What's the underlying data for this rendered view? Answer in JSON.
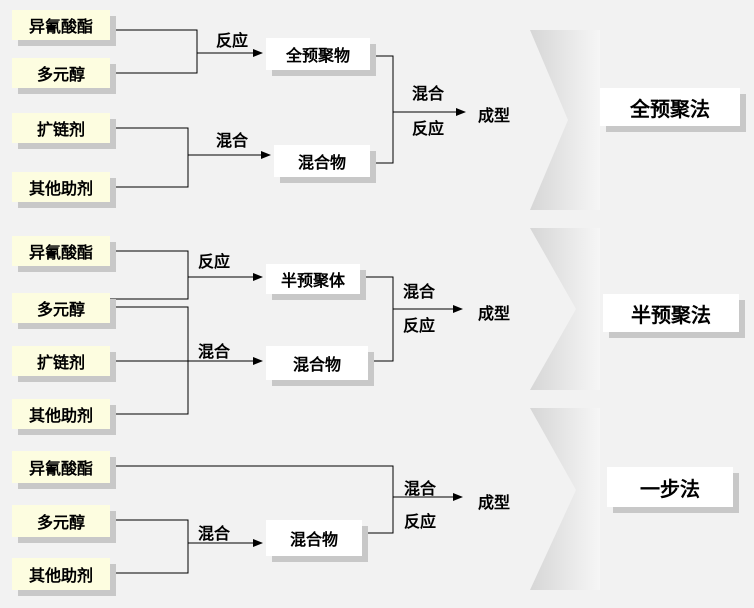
{
  "groups": [
    {
      "inputs": [
        "异氰酸酯",
        "多元醇",
        "扩链剂",
        "其他助剂"
      ],
      "step1_label": "反应",
      "intermediate1": "全预聚物",
      "step2_label": "混合",
      "intermediate2": "混合物",
      "combine_label_top": "混合",
      "combine_label_bottom": "反应",
      "result": "成型",
      "method": "全预聚法"
    },
    {
      "inputs": [
        "异氰酸酯",
        "多元醇",
        "扩链剂",
        "其他助剂"
      ],
      "step1_label": "反应",
      "intermediate1": "半预聚体",
      "step2_label": "混合",
      "intermediate2": "混合物",
      "combine_label_top": "混合",
      "combine_label_bottom": "反应",
      "result": "成型",
      "method": "半预聚法"
    },
    {
      "inputs": [
        "异氰酸酯",
        "多元醇",
        "其他助剂"
      ],
      "step2_label": "混合",
      "intermediate2": "混合物",
      "combine_label_top": "混合",
      "combine_label_bottom": "反应",
      "result": "成型",
      "method": "一步法"
    }
  ]
}
